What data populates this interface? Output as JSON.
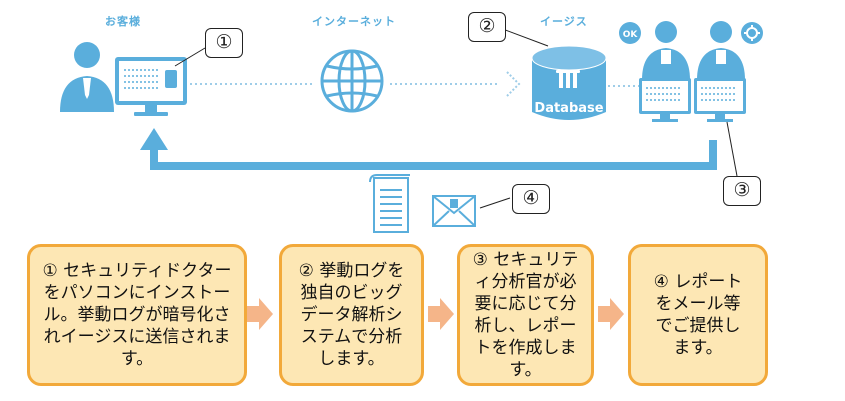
{
  "labels": {
    "customer": "お客様",
    "internet": "インターネット",
    "company": "イージス",
    "database": "Database",
    "ok_badge": "OK"
  },
  "callouts": [
    "①",
    "②",
    "③",
    "④"
  ],
  "steps": [
    "① セキュリティドクターをパソコンにインストール。挙動ログが暗号化されイージスに送信されます。",
    "② 挙動ログを独自のビッグデータ解析システムで分析します。",
    "③ セキュリティ分析官が必要に応じて分析し、レポートを作成します。",
    "④ レポートをメール等でご提供します。"
  ],
  "colors": {
    "icon_blue": "#5aaedc",
    "box_fill": "#fde7b4",
    "box_border": "#f2a93a",
    "arrow_orange": "#f5b589"
  }
}
